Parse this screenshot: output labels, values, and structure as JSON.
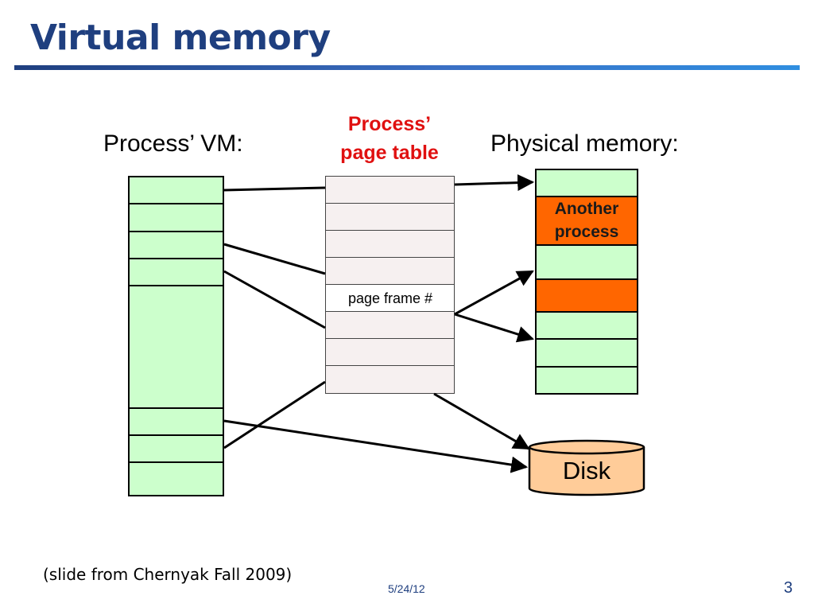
{
  "slide": {
    "title": "Virtual memory",
    "labels": {
      "process_vm": "Process’ VM:",
      "page_table_line1": "Process’",
      "page_table_line2": "page table",
      "physical_memory": "Physical memory:"
    },
    "page_table_entry_text": "page frame #",
    "another_process_line1": "Another",
    "another_process_line2": "process",
    "disk_label": "Disk",
    "footer": {
      "source": "(slide from Chernyak Fall 2009)",
      "date": "5/24/12",
      "page_number": "3"
    },
    "colors": {
      "title": "#1f3f7f",
      "page_table_title": "#e01010",
      "green_block": "#ccffcc",
      "orange_block": "#ff6600",
      "disk": "#ffcc99"
    }
  }
}
